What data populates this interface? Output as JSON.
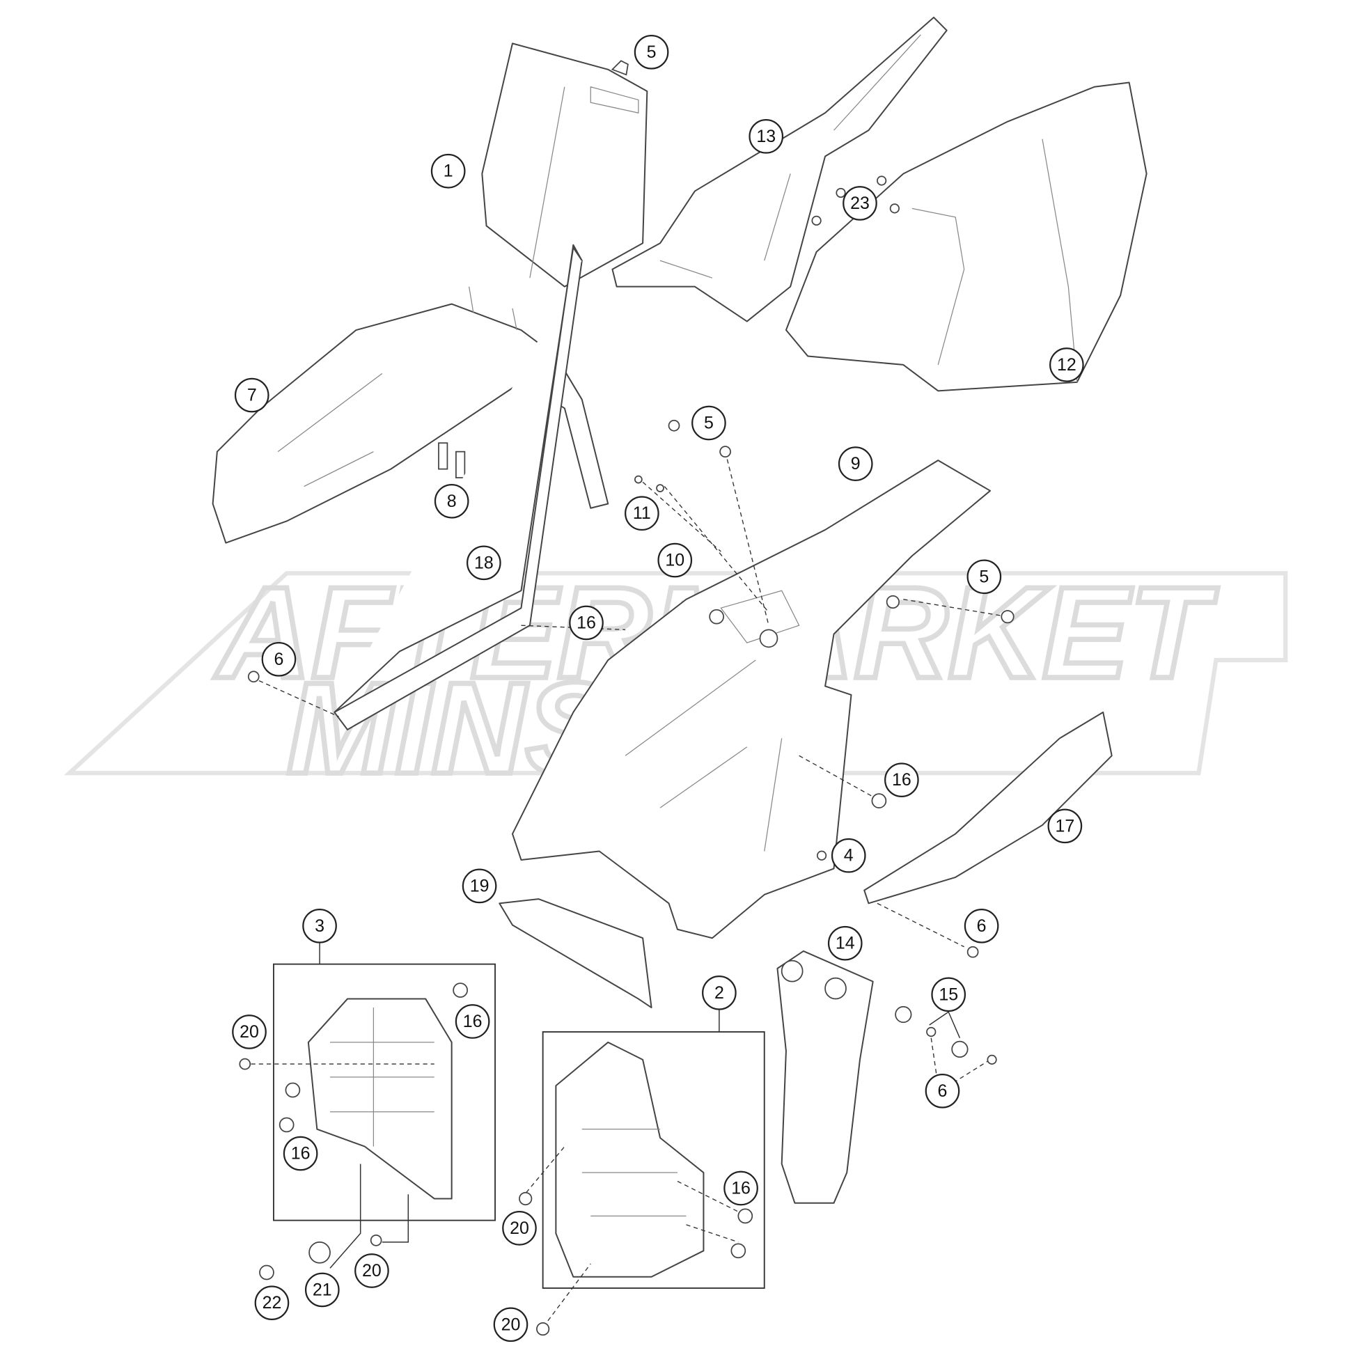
{
  "diagram": {
    "watermark": {
      "line1": "AFTERMARKET",
      "line2": "MINS"
    },
    "callouts": [
      {
        "label": "1"
      },
      {
        "label": "5"
      },
      {
        "label": "13"
      },
      {
        "label": "23"
      },
      {
        "label": "12"
      },
      {
        "label": "7"
      },
      {
        "label": "5"
      },
      {
        "label": "9"
      },
      {
        "label": "8"
      },
      {
        "label": "11"
      },
      {
        "label": "10"
      },
      {
        "label": "18"
      },
      {
        "label": "5"
      },
      {
        "label": "16"
      },
      {
        "label": "6"
      },
      {
        "label": "16"
      },
      {
        "label": "17"
      },
      {
        "label": "4"
      },
      {
        "label": "19"
      },
      {
        "label": "3"
      },
      {
        "label": "6"
      },
      {
        "label": "14"
      },
      {
        "label": "2"
      },
      {
        "label": "15"
      },
      {
        "label": "16"
      },
      {
        "label": "20"
      },
      {
        "label": "6"
      },
      {
        "label": "16"
      },
      {
        "label": "16"
      },
      {
        "label": "20"
      },
      {
        "label": "20"
      },
      {
        "label": "21"
      },
      {
        "label": "22"
      },
      {
        "label": "20"
      }
    ]
  }
}
